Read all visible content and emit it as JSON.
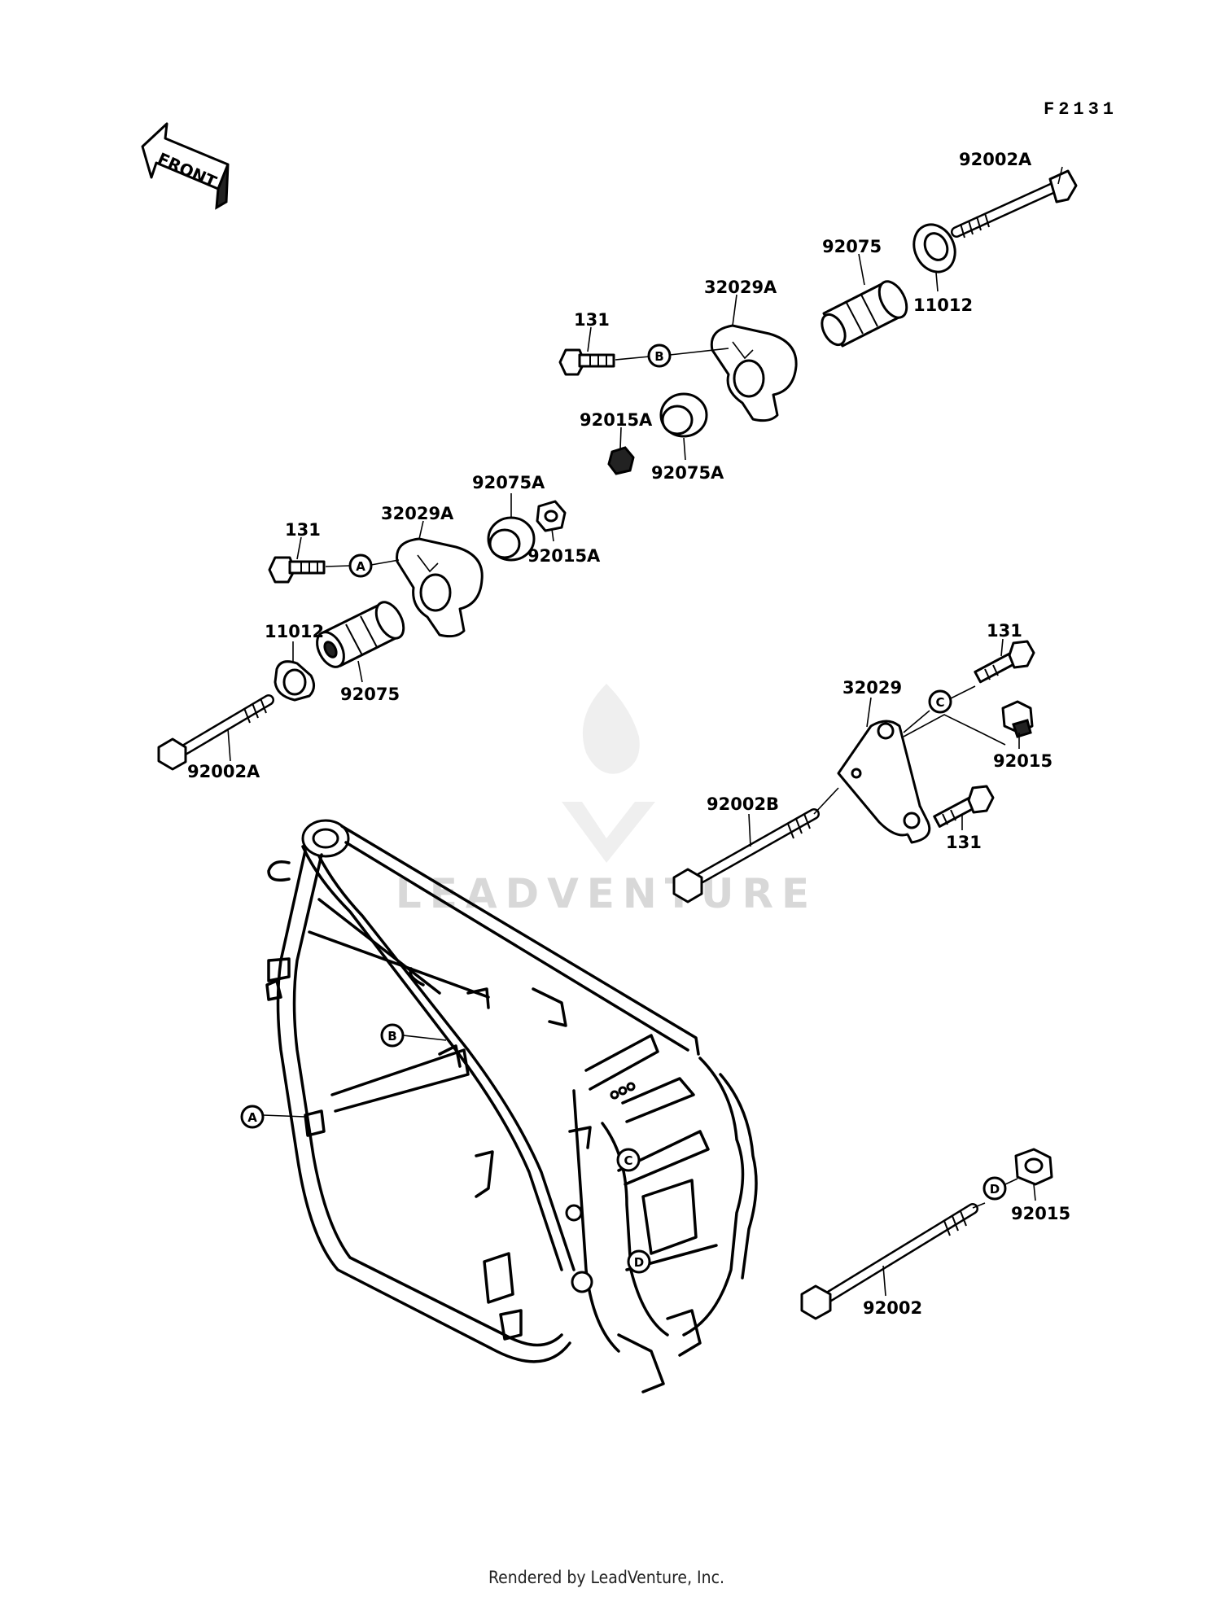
{
  "diagram": {
    "code": "F2131",
    "front_label": "FRONT",
    "watermark": "LEADVENTURE",
    "footer": "Rendered by LeadVenture, Inc."
  },
  "parts": {
    "p92002A_top": "92002A",
    "p92075_top": "92075",
    "p11012_top": "11012",
    "p32029A_top": "32029A",
    "p131_top": "131",
    "p92015A_mid": "92015A",
    "p92075A_mid": "92075A",
    "p92075A_left": "92075A",
    "p92015A_left": "92015A",
    "p32029A_left": "32029A",
    "p131_left": "131",
    "p11012_left": "11012",
    "p92075_left": "92075",
    "p92002A_left": "92002A",
    "p131_right_top": "131",
    "p32029": "32029",
    "p92015_right": "92015",
    "p92002B": "92002B",
    "p131_right_bottom": "131",
    "p92002": "92002",
    "p92015_bottom": "92015"
  },
  "refs": {
    "A": "A",
    "B": "B",
    "C": "C",
    "D": "D"
  }
}
